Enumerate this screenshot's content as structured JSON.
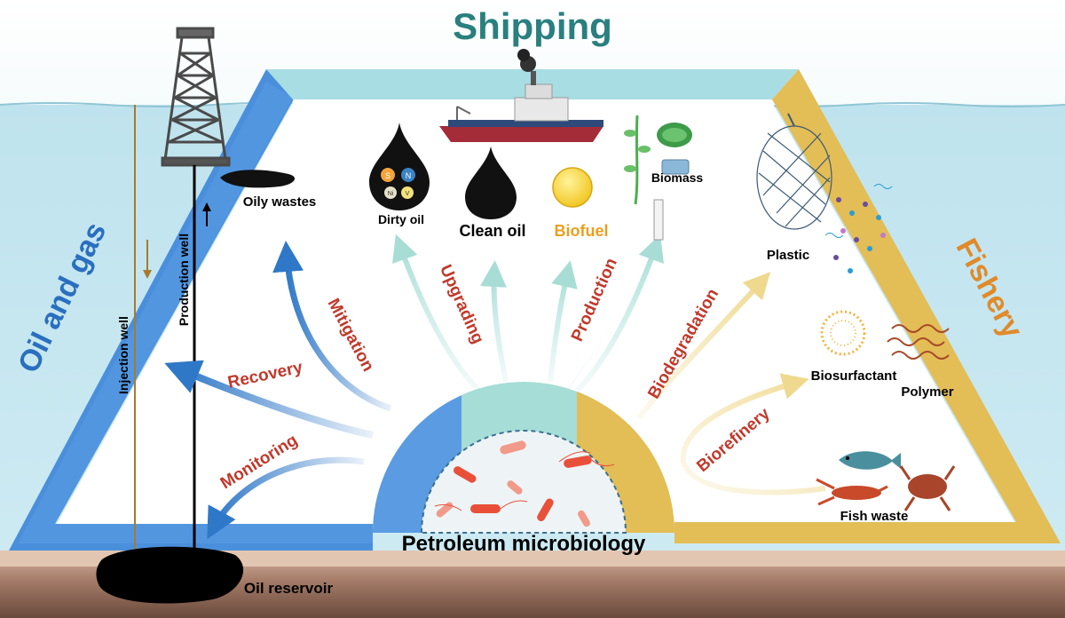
{
  "sectors": {
    "shipping": "Shipping",
    "oil_gas": "Oil and gas",
    "fishery": "Fishery"
  },
  "center": "Petroleum microbiology",
  "wells": {
    "injection": "Injection well",
    "production": "Production well"
  },
  "reservoir": "Oil reservoir",
  "processes": {
    "monitoring": "Monitoring",
    "recovery": "Recovery",
    "mitigation": "Mitigation",
    "upgrading": "Upgrading",
    "production": "Production",
    "biodegradation": "Biodegradation",
    "biorefinery": "Biorefinery"
  },
  "products": {
    "oily_wastes": "Oily wastes",
    "dirty_oil": "Dirty oil",
    "clean_oil": "Clean oil",
    "biofuel": "Biofuel",
    "biomass": "Biomass",
    "plastic": "Plastic",
    "biosurfactant": "Biosurfactant",
    "polymer": "Polymer",
    "fish_waste": "Fish waste"
  },
  "drop_letters": [
    "S",
    "N",
    "Ni",
    "V"
  ],
  "colors": {
    "oil_gas": "#4a8fdc",
    "shipping": "#a8dde3",
    "fishery": "#e3bd55",
    "shipping_title": "#2a7f7f",
    "process_red": "#c0392b",
    "fishery_title": "#e08a2a",
    "biofuel": "#e8a020"
  }
}
